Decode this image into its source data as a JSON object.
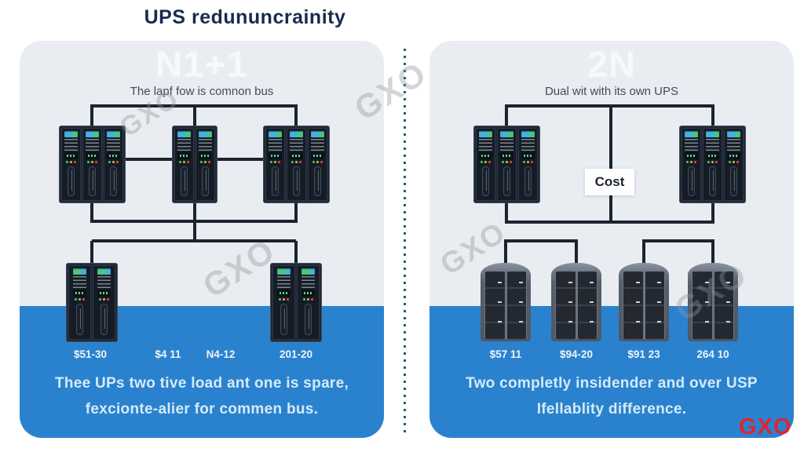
{
  "title": "UPS redununcrainity",
  "watermark_text": "GXO",
  "brand_logo": "GXO",
  "left_panel": {
    "heading": "N1+1",
    "subtitle": "The lapf fow is comnon bus",
    "ups_groups_top": [
      3,
      2,
      3
    ],
    "ups_groups_bottom": [
      2,
      2
    ],
    "unit_labels": [
      "$51-30",
      "$4 11",
      "N4-12",
      "201-20"
    ],
    "caption_line1": "Thee UPs two tive load ant one is spare,",
    "caption_line2": "fexcionte-alier for commen bus."
  },
  "right_panel": {
    "heading": "2N",
    "subtitle": "Dual wit with its own UPS",
    "cost_label": "Cost",
    "ups_groups_top": [
      3,
      3
    ],
    "rack_count": 4,
    "unit_labels": [
      "$57 11",
      "$94-20",
      "$91 23",
      "264 10"
    ],
    "caption_line1": "Two completly insidender and over USP",
    "caption_line2": "Ifellablity difference."
  },
  "colors": {
    "panel_background": "#e9edf1",
    "accent_blue": "#2a82ce",
    "wire": "#1b2430",
    "divider_teal": "#1e5f6e",
    "brand_red": "#e3232e",
    "title_navy": "#192c4e"
  }
}
